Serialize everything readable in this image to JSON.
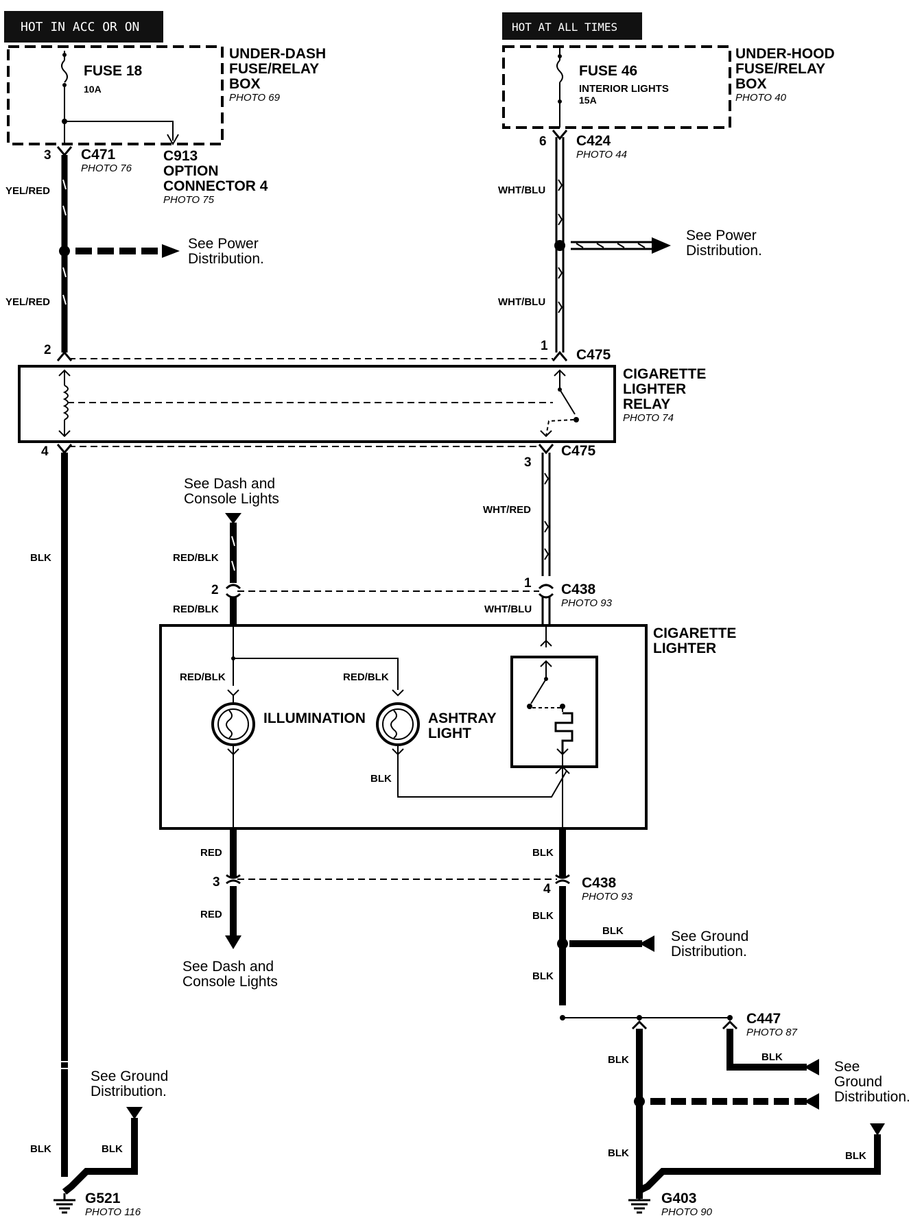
{
  "headers": {
    "left": "HOT IN ACC OR ON",
    "right": "HOT AT ALL TIMES"
  },
  "boxes": {
    "underdash": {
      "name": [
        "UNDER-DASH",
        "FUSE/RELAY",
        "BOX"
      ],
      "photo": "PHOTO 69"
    },
    "underhood": {
      "name": [
        "UNDER-HOOD",
        "FUSE/RELAY",
        "BOX"
      ],
      "photo": "PHOTO 40"
    },
    "relay": {
      "name": [
        "CIGARETTE",
        "LIGHTER",
        "RELAY"
      ],
      "photo": "PHOTO 74"
    },
    "lighter": {
      "name": [
        "CIGARETTE",
        "LIGHTER"
      ]
    }
  },
  "fuses": {
    "fuse18": {
      "name": "FUSE 18",
      "rating": "10A"
    },
    "fuse46": {
      "name": "FUSE 46",
      "desc": "INTERIOR LIGHTS",
      "rating": "15A"
    }
  },
  "connectors": {
    "c471": {
      "name": "C471",
      "photo": "PHOTO 76",
      "pin": "3"
    },
    "c913": {
      "name": [
        "C913",
        "OPTION",
        "CONNECTOR 4"
      ],
      "photo": "PHOTO 75"
    },
    "c424": {
      "name": "C424",
      "photo": "PHOTO 44",
      "pin": "6"
    },
    "c475_top": {
      "name": "C475",
      "pin_left": "2",
      "pin_right": "1"
    },
    "c475_bottom": {
      "name": "C475",
      "pin_left": "4",
      "pin_right": "3"
    },
    "c438_top": {
      "name": "C438",
      "photo": "PHOTO 93",
      "pin_left": "2",
      "pin_right": "1"
    },
    "c438_bottom": {
      "name": "C438",
      "photo": "PHOTO 93",
      "pin_left": "3",
      "pin_right": "4"
    },
    "c447": {
      "name": "C447",
      "photo": "PHOTO 87"
    }
  },
  "grounds": {
    "g521": {
      "name": "G521",
      "photo": "PHOTO 116"
    },
    "g403": {
      "name": "G403",
      "photo": "PHOTO 90"
    }
  },
  "components": {
    "illumination": "ILLUMINATION",
    "ashtray": [
      "ASHTRAY",
      "LIGHT"
    ]
  },
  "wires": {
    "yel_red": "YEL/RED",
    "wht_blu": "WHT/BLU",
    "wht_red": "WHT/RED",
    "red_blk": "RED/BLK",
    "red": "RED",
    "blk": "BLK"
  },
  "references": {
    "power_left": [
      "See Power",
      "Distribution."
    ],
    "power_right": [
      "See Power",
      "Distribution."
    ],
    "dash_top": [
      "See Dash and",
      "Console Lights"
    ],
    "dash_bottom": [
      "See Dash and",
      "Console Lights"
    ],
    "ground_mid": [
      "See Ground",
      "Distribution."
    ],
    "ground_left": [
      "See Ground",
      "Distribution."
    ],
    "ground_right": [
      "See",
      "Ground",
      "Distribution."
    ]
  }
}
